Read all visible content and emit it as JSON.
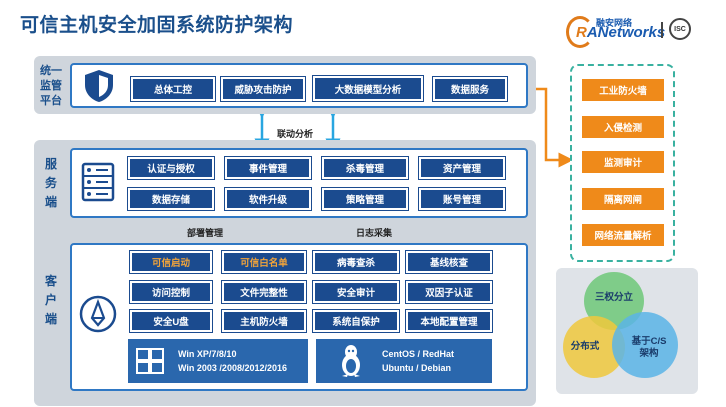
{
  "title": "可信主机安全加固系统防护架构",
  "logo": {
    "top": "融安网络",
    "main_r": "R",
    "main_rest": "ANetworks",
    "badge": "ISC"
  },
  "colors": {
    "navy": "#1b4b8f",
    "blue_border": "#2f78c4",
    "orange": "#ef8a1a",
    "teal": "#39b1a0",
    "highlight_text": "#f2a43a"
  },
  "platform": {
    "label": "统一\n监管\n平台",
    "icon": "shield-icon",
    "buttons": [
      "总体工控",
      "威胁攻击防护",
      "大数据模型分析",
      "数据服务"
    ]
  },
  "link_platform_server": "联动分析",
  "server": {
    "label": "服\n务\n端",
    "icon": "server-rack-icon",
    "row1": [
      "认证与授权",
      "事件管理",
      "杀毒管理",
      "资产管理"
    ],
    "row2": [
      "数据存储",
      "软件升级",
      "策略管理",
      "账号管理"
    ]
  },
  "link_deploy": "部署管理",
  "link_log": "日志采集",
  "client": {
    "label": "客\n户\n端",
    "icon": "compass-icon",
    "rows": [
      [
        {
          "t": "可信启动",
          "hl": true
        },
        {
          "t": "可信白名单",
          "hl": true
        },
        {
          "t": "病毒查杀",
          "hl": false
        },
        {
          "t": "基线核查",
          "hl": false
        }
      ],
      [
        {
          "t": "访问控制",
          "hl": false
        },
        {
          "t": "文件完整性",
          "hl": false
        },
        {
          "t": "安全审计",
          "hl": false
        },
        {
          "t": "双因子认证",
          "hl": false
        }
      ],
      [
        {
          "t": "安全U盘",
          "hl": false
        },
        {
          "t": "主机防火墙",
          "hl": false
        },
        {
          "t": "系统自保护",
          "hl": false
        },
        {
          "t": "本地配置管理",
          "hl": false
        }
      ]
    ],
    "os_windows": {
      "icon": "windows-icon",
      "line1": "Win XP/7/8/10",
      "line2": "Win 2003 /2008/2012/2016"
    },
    "os_linux": {
      "icon": "linux-penguin-icon",
      "line1": "CentOS / RedHat",
      "line2": "Ubuntu / Debian"
    }
  },
  "right_tools": [
    "工业防火墙",
    "入侵检测",
    "监测审计",
    "隔离网闸",
    "网络流量解析"
  ],
  "venn": {
    "top": "三权分立",
    "left": "分布式",
    "right": "基于C/S\n架构"
  }
}
